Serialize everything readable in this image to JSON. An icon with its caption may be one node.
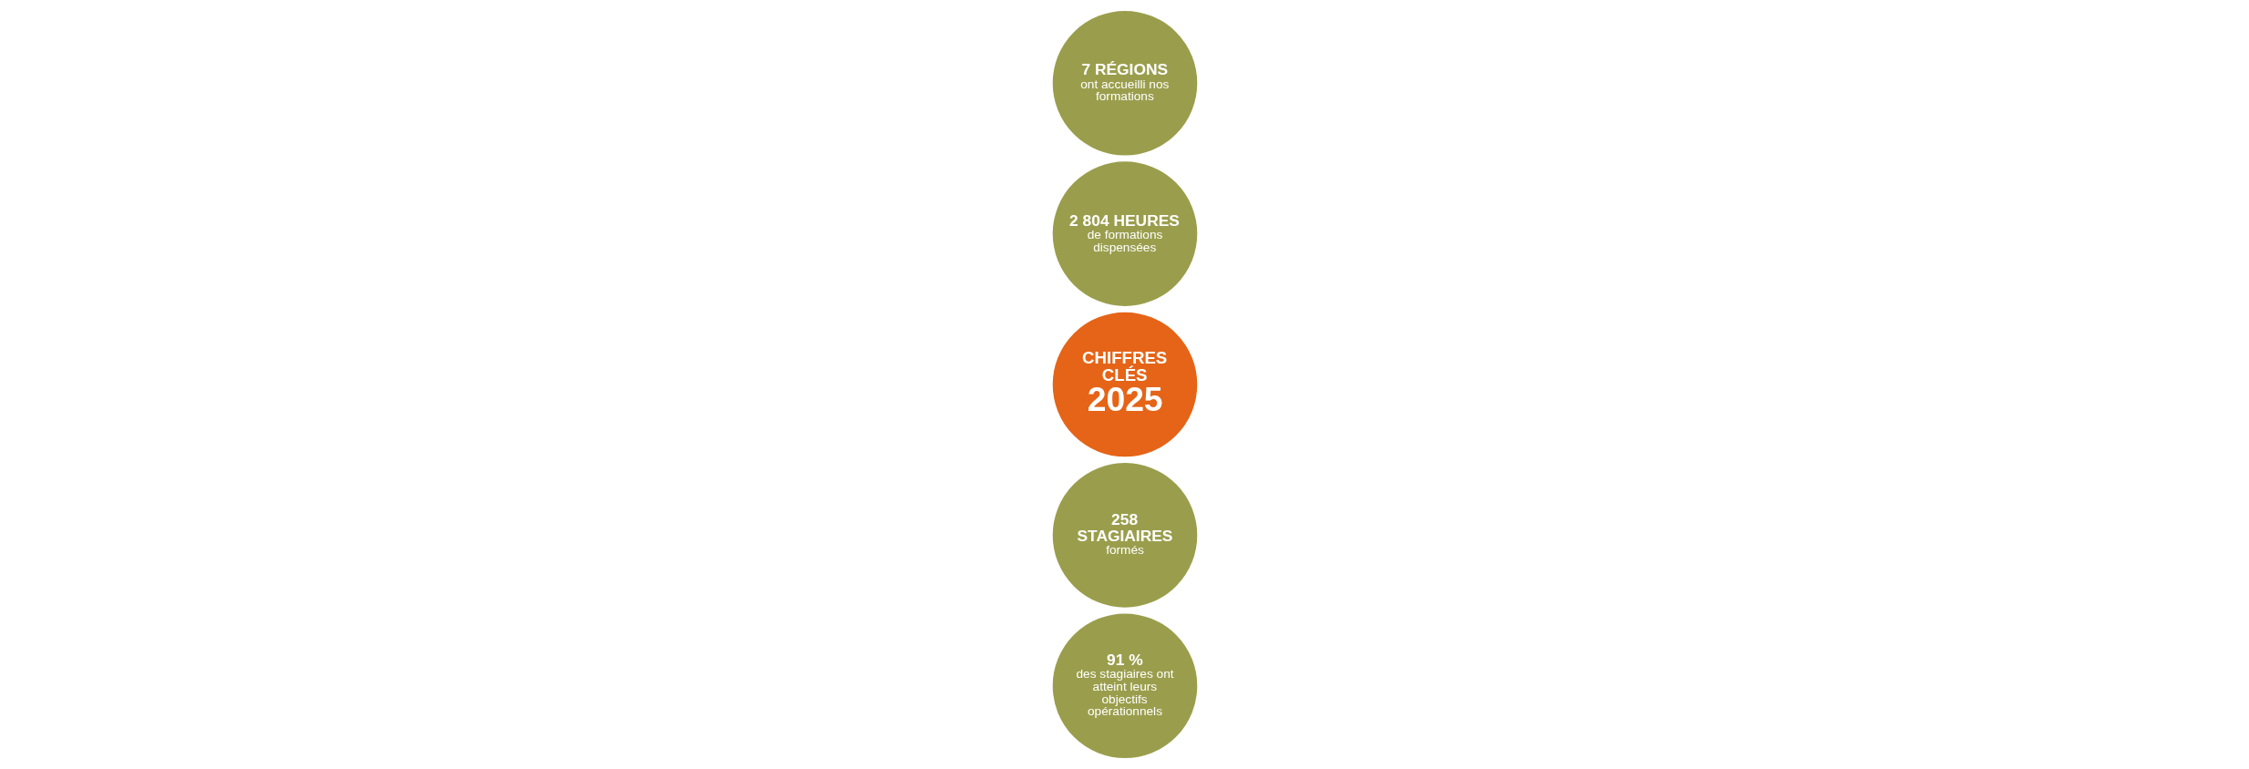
{
  "diagram": {
    "nodes": [
      {
        "text": [
          "7 RÉGIONS",
          "ont accueilli nos formations"
        ]
      },
      {
        "text": [
          "2 804 HEURES",
          "de formations dispensées"
        ]
      },
      {
        "text": [
          "CHIFFRES CLÉS",
          "2025"
        ]
      },
      {
        "text": [
          "258 STAGIAIRES",
          "formés"
        ]
      },
      {
        "text": [
          "91 %",
          "des stagiaires ont atteint leurs objectifs opérationnels"
        ]
      }
    ]
  }
}
